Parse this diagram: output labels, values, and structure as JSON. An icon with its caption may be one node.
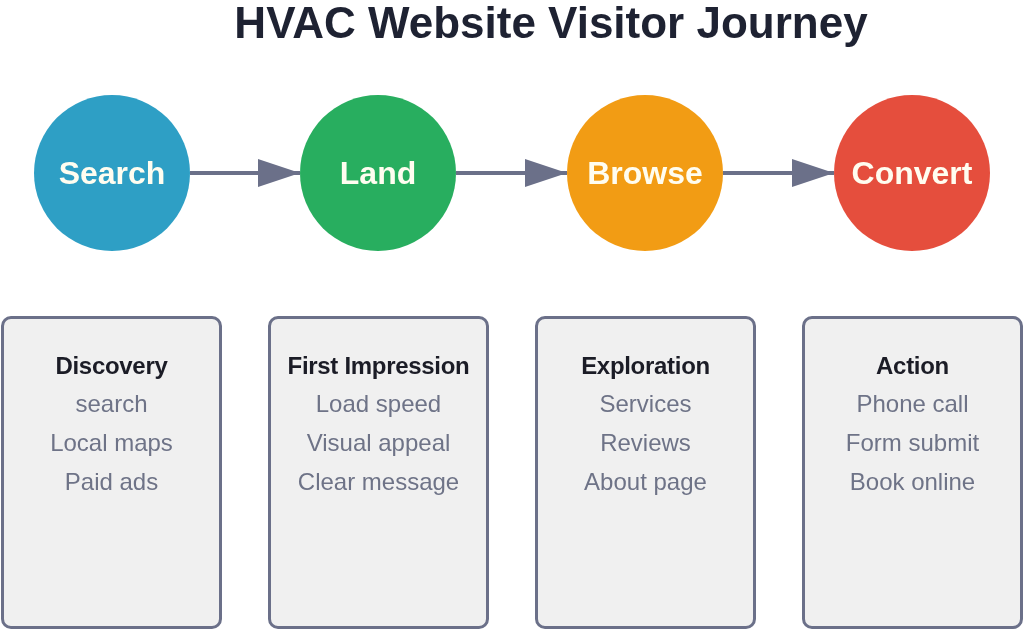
{
  "diagram": {
    "title": "HVAC Website Visitor Journey",
    "nodes": [
      {
        "text": [
          "Search"
        ]
      },
      {
        "text": [
          "Land"
        ]
      },
      {
        "text": [
          "Browse"
        ]
      },
      {
        "text": [
          "Convert"
        ]
      },
      {
        "text": [
          "Discovery",
          "search",
          "Local maps",
          "Paid ads"
        ]
      },
      {
        "text": [
          "First Impression",
          "Load speed",
          "Visual appeal",
          "Clear message"
        ]
      },
      {
        "text": [
          "Exploration",
          "Services",
          "Reviews",
          "About page"
        ]
      },
      {
        "text": [
          "Action",
          "Phone call",
          "Form submit",
          "Book online"
        ]
      }
    ],
    "edges": [
      {
        "from": 0,
        "to": 1,
        "arrow": "to"
      },
      {
        "from": 1,
        "to": 2,
        "arrow": "to"
      },
      {
        "from": 2,
        "to": 3,
        "arrow": "to"
      }
    ]
  }
}
